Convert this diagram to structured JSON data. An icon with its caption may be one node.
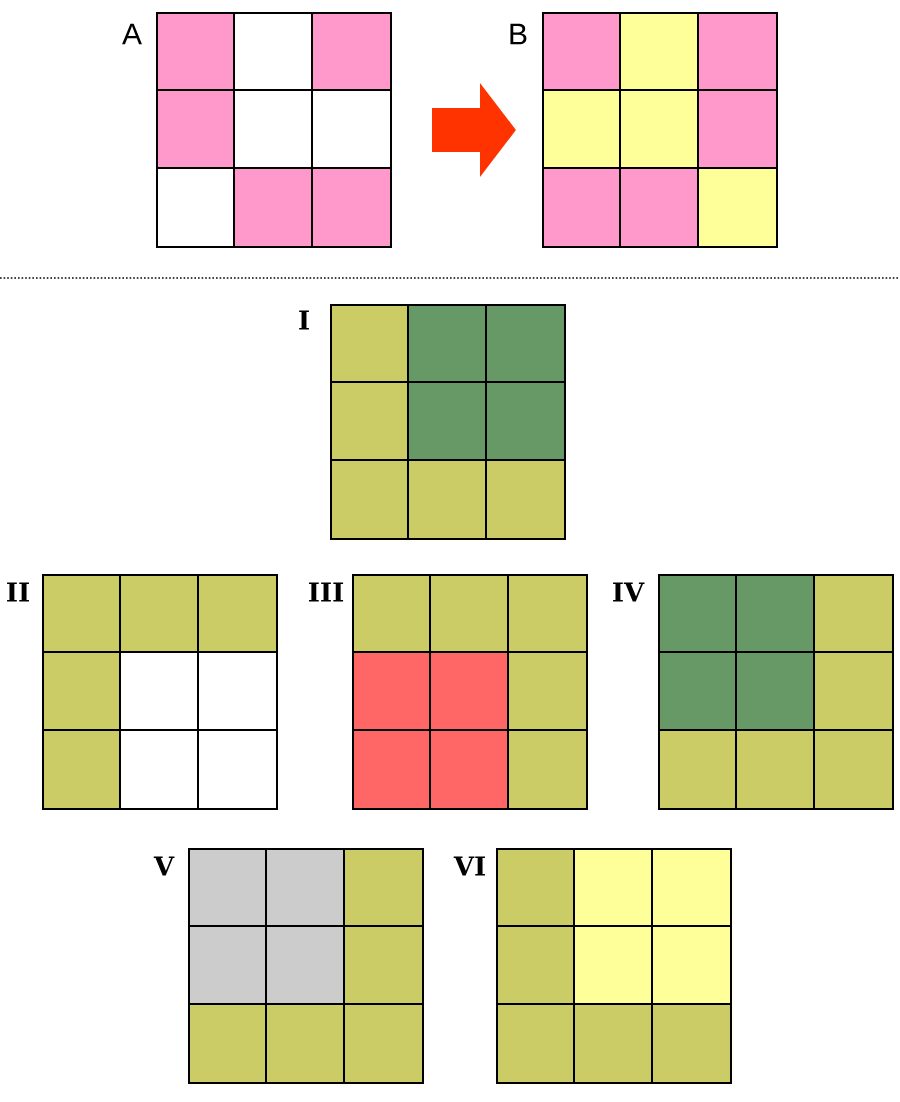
{
  "diagram": {
    "nodes": [
      {
        "text": [
          "A"
        ]
      },
      {
        "text": [
          "B"
        ]
      },
      {
        "text": [
          "I"
        ]
      },
      {
        "text": [
          "II"
        ]
      },
      {
        "text": [
          "III"
        ]
      },
      {
        "text": [
          "IV"
        ]
      },
      {
        "text": [
          "V"
        ]
      },
      {
        "text": [
          "VI"
        ]
      }
    ],
    "edges": [
      {
        "from": 0,
        "to": 1,
        "arrow": "to",
        "color": "#ff3300"
      }
    ]
  }
}
